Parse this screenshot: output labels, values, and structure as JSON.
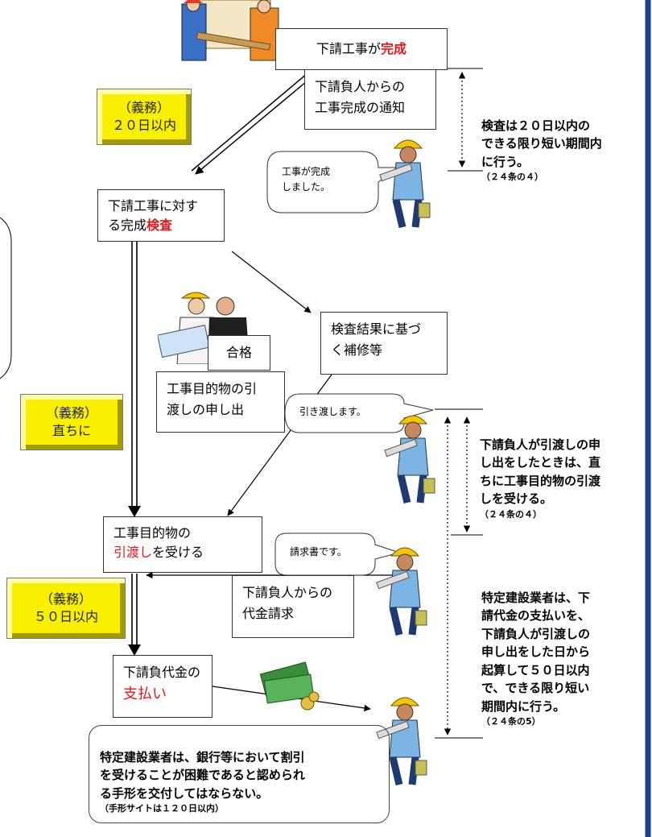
{
  "flow": {
    "completion_box": {
      "prefix": "下請工事が",
      "highlight": "完成"
    },
    "notification_box": "下請負人からの\n工事完成の通知",
    "inspection_box": {
      "prefix": "下請工事に対す\nる完成",
      "highlight": "検査"
    },
    "repair_box": "検査結果に基づ\nく補修等",
    "handover_request_box": "工事目的物の引\n渡しの申し出",
    "pass_label": "合格",
    "handover_box": {
      "line1": "工事目的物の",
      "highlight": "引渡し",
      "suffix": "を受ける"
    },
    "invoice_box": "下請負人からの\n代金請求",
    "payment_box": {
      "line1": "下請負代金の",
      "highlight": "支払い"
    }
  },
  "obligations": [
    {
      "title": "（義務）",
      "value": "２０日以内"
    },
    {
      "title": "（義務）",
      "value": "直ちに"
    },
    {
      "title": "（義務）",
      "value": "５０日以内"
    }
  ],
  "speech": {
    "completed": "工事が完成\nしました。",
    "handover": "引き渡します。",
    "invoice": "請求書です。"
  },
  "notes": {
    "inspection": {
      "text": "検査は２０日以内の\nできる限り短い期間内\nに行う。",
      "ref": "（２４条の４）"
    },
    "handover": {
      "text": "下請負人が引渡しの申\nし出をしたときは、直\nちに工事目的物の引渡\nしを受ける。",
      "ref": "（２４条の４）"
    },
    "payment": {
      "text": "特定建設業者は、下\n請代金の支払いを、\n下請負人が引渡しの\n申し出をした日から\n起算して５０日以内\nで、できる限り短い\n期間内に行う。",
      "ref": "（２４条の5）"
    },
    "bill": {
      "text": "特定建設業者は、銀行等において割引\nを受けることが困難であると認められ\nる手形を交付してはならない。",
      "ref": "（手形サイトは１２０日以内）"
    }
  },
  "icons": [
    "workers-carrying-icon",
    "worker-icon",
    "inspectors-icon",
    "money-icon"
  ],
  "colors": {
    "highlight": "#e8161b",
    "obligation_fill": "#f8f000",
    "right_rule": "#1f3f8f"
  }
}
